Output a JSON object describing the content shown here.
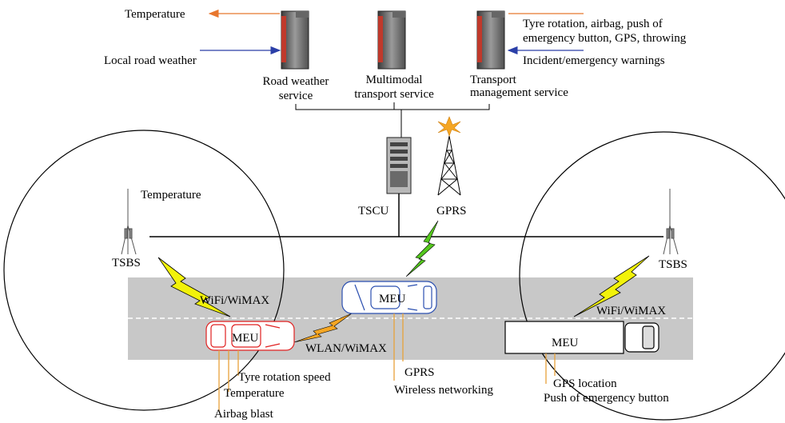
{
  "services": {
    "road_weather": {
      "line1": "Road weather",
      "line2": "service"
    },
    "multimodal": {
      "line1": "Multimodal",
      "line2": "transport service"
    },
    "transport_mgmt": {
      "line1": "Transport",
      "line2": "management service"
    }
  },
  "service_flows": {
    "temperature_out": "Temperature",
    "local_road_weather_in": "Local road weather",
    "vehicle_data_out_line1": "Tyre rotation, airbag, push of",
    "vehicle_data_out_line2": "emergency button, GPS, throwing",
    "incident_warnings_in": "Incident/emergency warnings"
  },
  "infrastructure": {
    "tscu": "TSCU",
    "gprs_tower": "GPRS",
    "tsbs_left": "TSBS",
    "tsbs_right": "TSBS",
    "tsbs_left_sensor": "Temperature"
  },
  "links": {
    "wifi_left": "WiFi/WiMAX",
    "wifi_right": "WiFi/WiMAX",
    "wlan": "WLAN/WiMAX"
  },
  "vehicles": {
    "red_car": {
      "unit": "MEU",
      "sensors": [
        "Tyre rotation speed",
        "Temperature",
        "Airbag blast"
      ]
    },
    "blue_car": {
      "unit": "MEU",
      "sensors": [
        "GPRS",
        "Wireless networking"
      ]
    },
    "truck": {
      "unit": "MEU",
      "sensors": [
        "GPS location",
        "Push of emergency button"
      ]
    }
  },
  "colors": {
    "orange": "#E8772E",
    "blue": "#2B3FA8",
    "lightning_yellow": "#F2F20A",
    "lightning_green": "#55C81E",
    "lightning_orange": "#F5A623",
    "road": "#C8C8C8",
    "red_car": "#E02020",
    "blue_car": "#2B4FB0"
  }
}
